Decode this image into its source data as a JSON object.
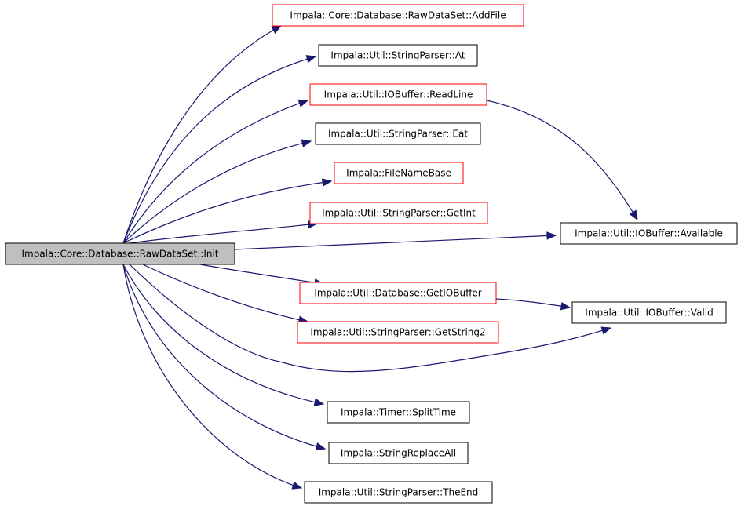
{
  "diagram": {
    "colors": {
      "edge": "#191970",
      "root_fill": "#bfbfbf",
      "border_default": "#000000",
      "border_undocumented": "#ff0000",
      "node_fill": "#ffffff"
    },
    "root": {
      "id": "init",
      "label": "Impala::Core::Database::RawDataSet::Init"
    },
    "nodes": [
      {
        "id": "addfile",
        "label": "Impala::Core::Database::RawDataSet::AddFile",
        "border": "red"
      },
      {
        "id": "at",
        "label": "Impala::Util::StringParser::At",
        "border": "black"
      },
      {
        "id": "readline",
        "label": "Impala::Util::IOBuffer::ReadLine",
        "border": "red"
      },
      {
        "id": "eat",
        "label": "Impala::Util::StringParser::Eat",
        "border": "black"
      },
      {
        "id": "filenamebase",
        "label": "Impala::FileNameBase",
        "border": "red"
      },
      {
        "id": "getint",
        "label": "Impala::Util::StringParser::GetInt",
        "border": "red"
      },
      {
        "id": "available",
        "label": "Impala::Util::IOBuffer::Available",
        "border": "black"
      },
      {
        "id": "getiobuffer",
        "label": "Impala::Util::Database::GetIOBuffer",
        "border": "red"
      },
      {
        "id": "valid",
        "label": "Impala::Util::IOBuffer::Valid",
        "border": "black"
      },
      {
        "id": "getstring2",
        "label": "Impala::Util::StringParser::GetString2",
        "border": "red"
      },
      {
        "id": "splittime",
        "label": "Impala::Timer::SplitTime",
        "border": "black"
      },
      {
        "id": "stringreplaceall",
        "label": "Impala::StringReplaceAll",
        "border": "black"
      },
      {
        "id": "theend",
        "label": "Impala::Util::StringParser::TheEnd",
        "border": "black"
      }
    ],
    "edges": [
      {
        "from": "init",
        "to": "addfile"
      },
      {
        "from": "init",
        "to": "at"
      },
      {
        "from": "init",
        "to": "readline"
      },
      {
        "from": "init",
        "to": "eat"
      },
      {
        "from": "init",
        "to": "filenamebase"
      },
      {
        "from": "init",
        "to": "getint"
      },
      {
        "from": "init",
        "to": "available"
      },
      {
        "from": "init",
        "to": "getiobuffer"
      },
      {
        "from": "init",
        "to": "getstring2"
      },
      {
        "from": "init",
        "to": "valid"
      },
      {
        "from": "init",
        "to": "splittime"
      },
      {
        "from": "init",
        "to": "stringreplaceall"
      },
      {
        "from": "init",
        "to": "theend"
      },
      {
        "from": "readline",
        "to": "available"
      },
      {
        "from": "getiobuffer",
        "to": "valid"
      }
    ]
  }
}
